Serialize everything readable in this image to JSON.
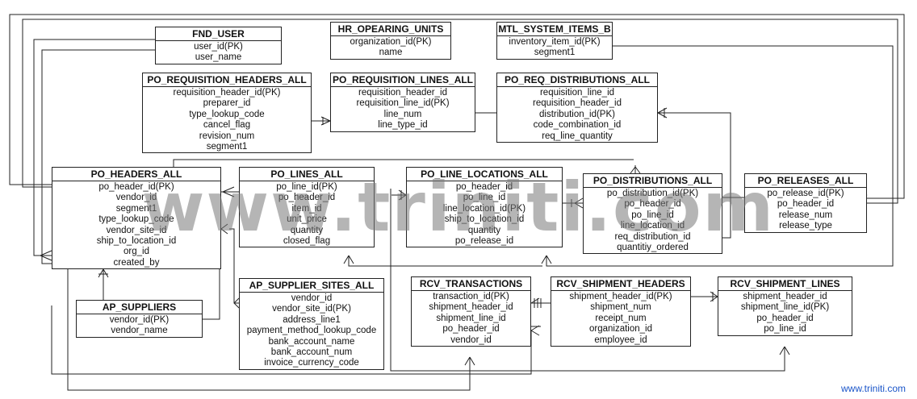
{
  "entities": [
    {
      "name": "FND_USER",
      "attrs": [
        "user_id(PK)",
        "user_name"
      ]
    },
    {
      "name": "HR_OPEARING_UNITS",
      "attrs": [
        "organization_id(PK)",
        "name"
      ]
    },
    {
      "name": "MTL_SYSTEM_ITEMS_B",
      "attrs": [
        "inventory_item_id(PK)",
        "segment1"
      ]
    },
    {
      "name": "PO_REQUISITION_HEADERS_ALL",
      "attrs": [
        "requisition_header_id(PK)",
        "preparer_id",
        "type_lookup_code",
        "cancel_flag",
        "revision_num",
        "segment1"
      ]
    },
    {
      "name": "PO_REQUISITION_LINES_ALL",
      "attrs": [
        "requisition_header_id",
        "requisition_line_id(PK)",
        "line_num",
        "line_type_id"
      ]
    },
    {
      "name": "PO_REQ_DISTRIBUTIONS_ALL",
      "attrs": [
        "requisition_line_id",
        "requisition_header_id",
        "distribution_id(PK)",
        "code_combination_id",
        "req_line_quantity"
      ]
    },
    {
      "name": "PO_HEADERS_ALL",
      "attrs": [
        "po_header_id(PK)",
        "vendor_id",
        "segment1",
        "type_lookup_code",
        "vendor_site_id",
        "ship_to_location_id",
        "org_id",
        "created_by"
      ]
    },
    {
      "name": "PO_LINES_ALL",
      "attrs": [
        "po_line_id(PK)",
        "po_header_id",
        "item_id",
        "unit_price",
        "quantity",
        "closed_flag"
      ]
    },
    {
      "name": "PO_LINE_LOCATIONS_ALL",
      "attrs": [
        "po_header_id",
        "po_line_id",
        "line_location_id(PK)",
        "ship_to_location_id",
        "quantity",
        "po_release_id"
      ]
    },
    {
      "name": "PO_DISTRIBUTIONS_ALL",
      "attrs": [
        "po_distribution_id(PK)",
        "po_header_id",
        "po_line_id",
        "line_location_id",
        "req_distribution_id",
        "quantitiy_ordered"
      ]
    },
    {
      "name": "PO_RELEASES_ALL",
      "attrs": [
        "po_release_id(PK)",
        "po_header_id",
        "release_num",
        "release_type"
      ]
    },
    {
      "name": "AP_SUPPLIERS",
      "attrs": [
        "vendor_id(PK)",
        "vendor_name"
      ]
    },
    {
      "name": "AP_SUPPLIER_SITES_ALL",
      "attrs": [
        "vendor_id",
        "vendor_site_id(PK)",
        "address_line1",
        "payment_method_lookup_code",
        "bank_account_name",
        "bank_account_num",
        "invoice_currency_code"
      ]
    },
    {
      "name": "RCV_TRANSACTIONS",
      "attrs": [
        "transaction_id(PK)",
        "shipment_header_id",
        "shipment_line_id",
        "po_header_id",
        "vendor_id"
      ]
    },
    {
      "name": "RCV_SHIPMENT_HEADERS",
      "attrs": [
        "shipment_header_id(PK)",
        "shipment_num",
        "receipt_num",
        "organization_id",
        "employee_id"
      ]
    },
    {
      "name": "RCV_SHIPMENT_LINES",
      "attrs": [
        "shipment_header_id",
        "shipment_line_id(PK)",
        "po_header_id",
        "po_line_id"
      ]
    }
  ],
  "watermark": "www.triniti.com",
  "footer": "www.triniti.com"
}
